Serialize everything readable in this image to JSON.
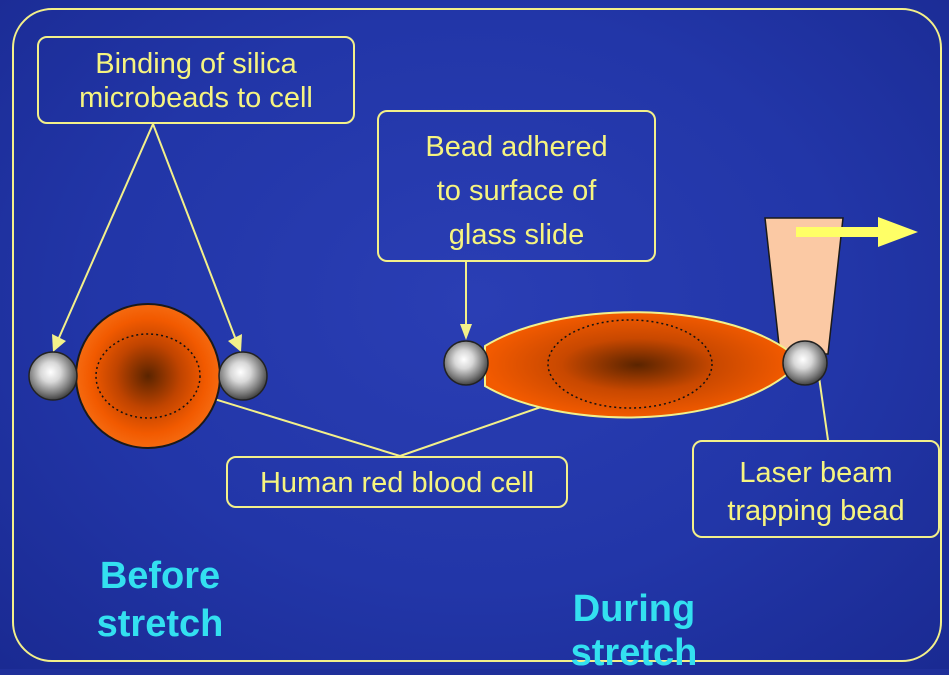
{
  "labels": {
    "binding": [
      "Binding of silica",
      "microbeads to cell"
    ],
    "bead_adhered": [
      "Bead adhered",
      "to surface of",
      "glass slide"
    ],
    "red_blood_cell": "Human red blood cell",
    "laser": [
      "Laser beam",
      "trapping bead"
    ]
  },
  "captions": {
    "before": [
      "Before",
      "stretch"
    ],
    "during": [
      "During",
      "stretch"
    ]
  },
  "colors": {
    "background": "#2236a8",
    "frame": "#f3f08a",
    "callout_text": "#f6f47f",
    "caption_text": "#33e0f0",
    "cell": "#f25a00",
    "cell_center": "#5a2400",
    "laser_beam": "#fbc9a4",
    "arrow": "#ffff66"
  }
}
